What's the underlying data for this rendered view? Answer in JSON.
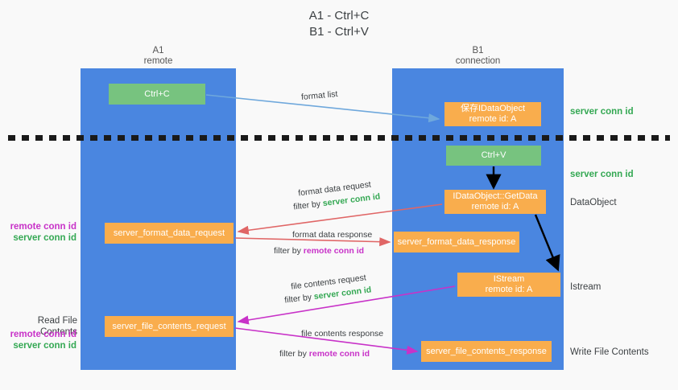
{
  "title": "A1 - Ctrl+C\nB1 - Ctrl+V",
  "columns": {
    "a1": {
      "header": "A1\nremote"
    },
    "b1": {
      "header": "B1\nconnection"
    }
  },
  "boxes": {
    "ctrl_c": {
      "label": "Ctrl+C",
      "color": "#77c37f"
    },
    "save_dataobject": {
      "label": "保存IDataObject\nremote id: A",
      "color": "#f9ad4d"
    },
    "ctrl_v": {
      "label": "Ctrl+V",
      "color": "#77c37f"
    },
    "getdata": {
      "label": "IDataObject::GetData\nremote id: A",
      "color": "#f9ad4d"
    },
    "server_format_data_request": {
      "label": "server_format_data_request",
      "color": "#f9ad4d"
    },
    "server_format_data_response": {
      "label": "server_format_data_response",
      "color": "#f9ad4d"
    },
    "istream": {
      "label": "IStream\nremote id: A",
      "color": "#f9ad4d"
    },
    "server_file_contents_request": {
      "label": "server_file_contents_request",
      "color": "#f9ad4d"
    },
    "server_file_contents_response": {
      "label": "server_file_contents_response",
      "color": "#f9ad4d"
    }
  },
  "notes": {
    "server_conn_id_top": "server conn id",
    "server_conn_id_mid": "server conn id",
    "dataobject": "DataObject",
    "istream": "Istream",
    "write_file_contents": "Write File Contents",
    "read_file_contents": "Read File Contents",
    "remote_conn_id": "remote conn id",
    "server_conn_id": "server conn id"
  },
  "edges": {
    "format_list": "format list",
    "format_data_request": "format data request",
    "format_data_request_filter_prefix": "filter by ",
    "format_data_request_filter_value": "server conn id",
    "format_data_response": "format data response",
    "format_data_response_filter_prefix": "filter by ",
    "format_data_response_filter_value": "remote conn id",
    "file_contents_request": "file contents request",
    "file_contents_request_filter_prefix": "filter by ",
    "file_contents_request_filter_value": "server conn id",
    "file_contents_response": "file contents response",
    "file_contents_response_filter_prefix": "filter by ",
    "file_contents_response_filter_value": "remote conn id"
  },
  "colors": {
    "lane": "#4a86e0",
    "green_box": "#77c37f",
    "orange_box": "#f9ad4d",
    "green_text": "#34a853",
    "magenta_text": "#c832c8",
    "arrow_blue": "#6fa8dc",
    "arrow_red": "#e06666",
    "arrow_magenta": "#c832c8",
    "arrow_black": "#000000",
    "background": "#f9f9f9"
  }
}
